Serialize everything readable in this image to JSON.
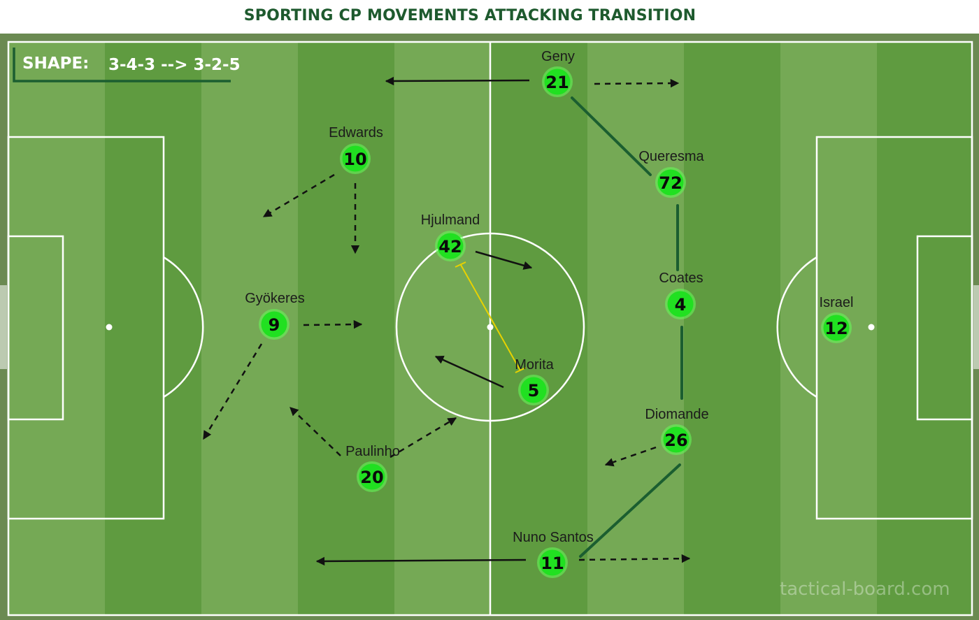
{
  "title": "SPORTING CP  MOVEMENTS ATTACKING TRANSITION",
  "shape": {
    "label": "SHAPE:",
    "value": "3-4-3 --> 3-2-5"
  },
  "watermark": "tactical-board.com",
  "colors": {
    "title": "#1e5a2e",
    "stripe_light": "#75a955",
    "stripe_dark": "#5f9b40",
    "player_fill": "#21e021",
    "player_glow": "#64ff5a",
    "link_line": "#1b5e30",
    "highlight_line": "#e8d200"
  },
  "players": [
    {
      "name": "Geny",
      "number": "21"
    },
    {
      "name": "Edwards",
      "number": "10"
    },
    {
      "name": "Queresma",
      "number": "72"
    },
    {
      "name": "Hjulmand",
      "number": "42"
    },
    {
      "name": "Coates",
      "number": "4"
    },
    {
      "name": "Israel",
      "number": "12"
    },
    {
      "name": "Gyökeres",
      "number": "9"
    },
    {
      "name": "Morita",
      "number": "5"
    },
    {
      "name": "Diomande",
      "number": "26"
    },
    {
      "name": "Paulinho",
      "number": "20"
    },
    {
      "name": "Nuno Santos",
      "number": "11"
    }
  ]
}
